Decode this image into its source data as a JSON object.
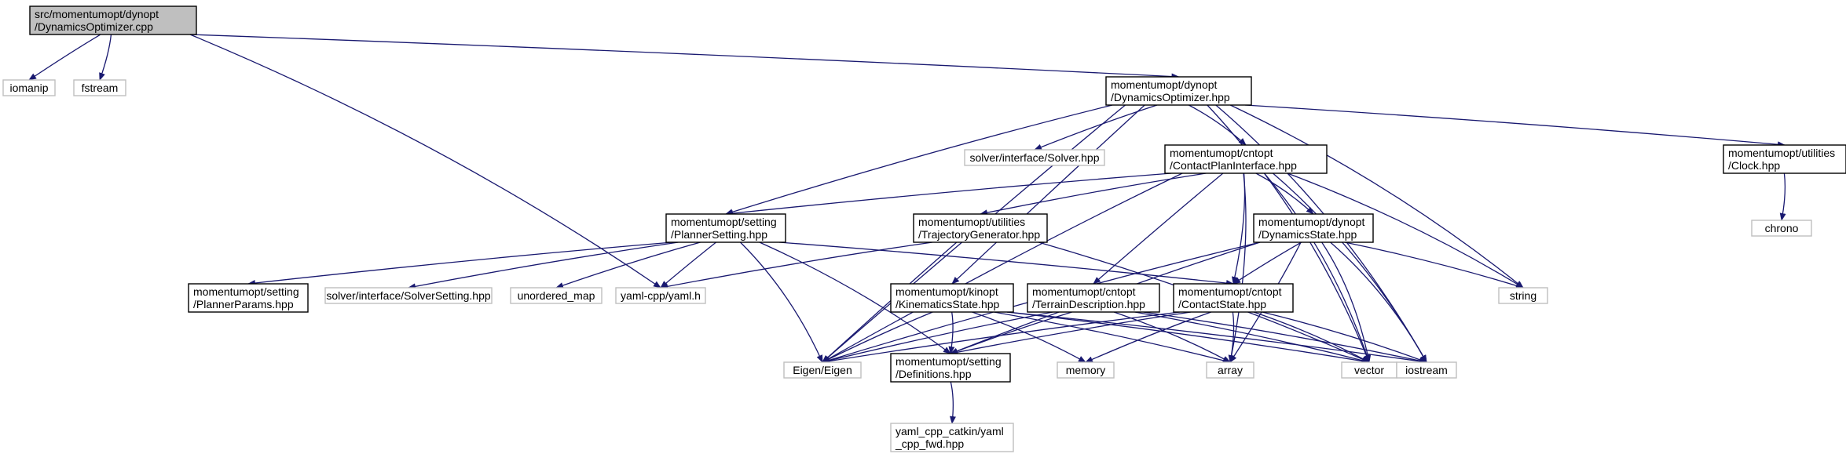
{
  "colors": {
    "edge": "#191970",
    "node_border": "#000000",
    "external_border": "#bfbfbf",
    "root_fill": "#bfbfbf",
    "text": "#000000",
    "background": "#ffffff"
  },
  "nodes": [
    {
      "id": "root",
      "lines": [
        "src/momentumopt/dynopt",
        "/DynamicsOptimizer.cpp"
      ],
      "kind": "root"
    },
    {
      "id": "iomanip",
      "lines": [
        "iomanip"
      ],
      "kind": "external"
    },
    {
      "id": "fstream",
      "lines": [
        "fstream"
      ],
      "kind": "external"
    },
    {
      "id": "dynopt_hpp",
      "lines": [
        "momentumopt/dynopt",
        "/DynamicsOptimizer.hpp"
      ],
      "kind": "project"
    },
    {
      "id": "solver_hpp",
      "lines": [
        "solver/interface/Solver.hpp"
      ],
      "kind": "external"
    },
    {
      "id": "cpi",
      "lines": [
        "momentumopt/cntopt",
        "/ContactPlanInterface.hpp"
      ],
      "kind": "project"
    },
    {
      "id": "clock",
      "lines": [
        "momentumopt/utilities",
        "/Clock.hpp"
      ],
      "kind": "project"
    },
    {
      "id": "chrono",
      "lines": [
        "chrono"
      ],
      "kind": "external"
    },
    {
      "id": "planner_setting",
      "lines": [
        "momentumopt/setting",
        "/PlannerSetting.hpp"
      ],
      "kind": "project"
    },
    {
      "id": "traj_gen",
      "lines": [
        "momentumopt/utilities",
        "/TrajectoryGenerator.hpp"
      ],
      "kind": "project"
    },
    {
      "id": "dyn_state",
      "lines": [
        "momentumopt/dynopt",
        "/DynamicsState.hpp"
      ],
      "kind": "project"
    },
    {
      "id": "planner_params",
      "lines": [
        "momentumopt/setting",
        "/PlannerParams.hpp"
      ],
      "kind": "project"
    },
    {
      "id": "solver_setting",
      "lines": [
        "solver/interface/SolverSetting.hpp"
      ],
      "kind": "external"
    },
    {
      "id": "unordered_map",
      "lines": [
        "unordered_map"
      ],
      "kind": "external"
    },
    {
      "id": "yaml_h",
      "lines": [
        "yaml-cpp/yaml.h"
      ],
      "kind": "external"
    },
    {
      "id": "kin_state",
      "lines": [
        "momentumopt/kinopt",
        "/KinematicsState.hpp"
      ],
      "kind": "project"
    },
    {
      "id": "terrain",
      "lines": [
        "momentumopt/cntopt",
        "/TerrainDescription.hpp"
      ],
      "kind": "project"
    },
    {
      "id": "contact_state",
      "lines": [
        "momentumopt/cntopt",
        "/ContactState.hpp"
      ],
      "kind": "project"
    },
    {
      "id": "string",
      "lines": [
        "string"
      ],
      "kind": "external"
    },
    {
      "id": "eigen",
      "lines": [
        "Eigen/Eigen"
      ],
      "kind": "external"
    },
    {
      "id": "definitions",
      "lines": [
        "momentumopt/setting",
        "/Definitions.hpp"
      ],
      "kind": "project"
    },
    {
      "id": "memory",
      "lines": [
        "memory"
      ],
      "kind": "external"
    },
    {
      "id": "array",
      "lines": [
        "array"
      ],
      "kind": "external"
    },
    {
      "id": "vector",
      "lines": [
        "vector"
      ],
      "kind": "external"
    },
    {
      "id": "iostream",
      "lines": [
        "iostream"
      ],
      "kind": "external"
    },
    {
      "id": "yaml_fwd",
      "lines": [
        "yaml_cpp_catkin/yaml",
        "_cpp_fwd.hpp"
      ],
      "kind": "external"
    }
  ],
  "edges": [
    [
      "root",
      "iomanip"
    ],
    [
      "root",
      "fstream"
    ],
    [
      "root",
      "dynopt_hpp"
    ],
    [
      "root",
      "yaml_h"
    ],
    [
      "dynopt_hpp",
      "solver_hpp"
    ],
    [
      "dynopt_hpp",
      "cpi"
    ],
    [
      "dynopt_hpp",
      "clock"
    ],
    [
      "dynopt_hpp",
      "planner_setting"
    ],
    [
      "dynopt_hpp",
      "kin_state"
    ],
    [
      "dynopt_hpp",
      "eigen"
    ],
    [
      "dynopt_hpp",
      "string"
    ],
    [
      "dynopt_hpp",
      "vector"
    ],
    [
      "dynopt_hpp",
      "iostream"
    ],
    [
      "clock",
      "chrono"
    ],
    [
      "cpi",
      "planner_setting"
    ],
    [
      "cpi",
      "traj_gen"
    ],
    [
      "cpi",
      "dyn_state"
    ],
    [
      "cpi",
      "terrain"
    ],
    [
      "cpi",
      "contact_state"
    ],
    [
      "cpi",
      "string"
    ],
    [
      "cpi",
      "array"
    ],
    [
      "cpi",
      "vector"
    ],
    [
      "cpi",
      "iostream"
    ],
    [
      "cpi",
      "eigen"
    ],
    [
      "planner_setting",
      "planner_params"
    ],
    [
      "planner_setting",
      "solver_setting"
    ],
    [
      "planner_setting",
      "unordered_map"
    ],
    [
      "planner_setting",
      "yaml_h"
    ],
    [
      "planner_setting",
      "definitions"
    ],
    [
      "planner_setting",
      "contact_state"
    ],
    [
      "planner_setting",
      "eigen"
    ],
    [
      "traj_gen",
      "yaml_h"
    ],
    [
      "traj_gen",
      "eigen"
    ],
    [
      "traj_gen",
      "vector"
    ],
    [
      "dyn_state",
      "contact_state"
    ],
    [
      "dyn_state",
      "string"
    ],
    [
      "dyn_state",
      "definitions"
    ],
    [
      "dyn_state",
      "eigen"
    ],
    [
      "dyn_state",
      "array"
    ],
    [
      "dyn_state",
      "vector"
    ],
    [
      "dyn_state",
      "iostream"
    ],
    [
      "kin_state",
      "eigen"
    ],
    [
      "kin_state",
      "definitions"
    ],
    [
      "kin_state",
      "memory"
    ],
    [
      "kin_state",
      "array"
    ],
    [
      "kin_state",
      "vector"
    ],
    [
      "kin_state",
      "iostream"
    ],
    [
      "terrain",
      "eigen"
    ],
    [
      "terrain",
      "definitions"
    ],
    [
      "terrain",
      "array"
    ],
    [
      "terrain",
      "vector"
    ],
    [
      "terrain",
      "iostream"
    ],
    [
      "contact_state",
      "eigen"
    ],
    [
      "contact_state",
      "definitions"
    ],
    [
      "contact_state",
      "memory"
    ],
    [
      "contact_state",
      "array"
    ],
    [
      "contact_state",
      "vector"
    ],
    [
      "contact_state",
      "iostream"
    ],
    [
      "definitions",
      "yaml_fwd"
    ]
  ]
}
